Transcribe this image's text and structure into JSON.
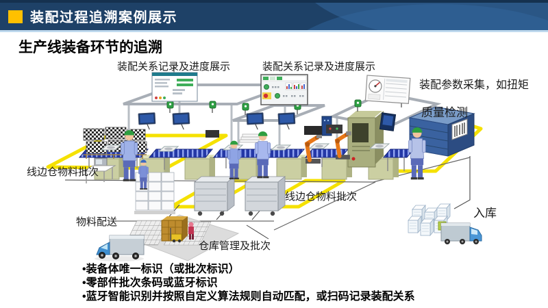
{
  "header": {
    "title": "装配过程追溯案例展示",
    "accent_color": "#FFC000",
    "bg_color": "#1E4167"
  },
  "section": {
    "title": "生产线装备环节的追溯"
  },
  "diagram": {
    "labels": {
      "assembly_record_left": "装配关系记录及进度展示",
      "assembly_record_right": "装配关系记录及进度展示",
      "param_capture": "装配参数采集，如扭矩",
      "quality_check": "质量检测",
      "lineside_left": "线边仓物料批次",
      "lineside_right": "线边仓物料批次",
      "material_delivery": "物料配送",
      "warehouse_mgmt": "仓库管理及批次",
      "inbound": "入库"
    },
    "palette": {
      "floor_path": "#F5E100",
      "conveyor": "#2438A6",
      "worker_uniform": "#9FB2E8",
      "robot_arm": "#E87818",
      "quality_rack": "#3A62A0"
    }
  },
  "bullets": [
    "•装备体唯一标识（或批次标识）",
    "•零部件批次条码或蓝牙标识",
    "•蓝牙智能识别并按照自定义算法规则自动匹配，或扫码记录装配关系"
  ]
}
